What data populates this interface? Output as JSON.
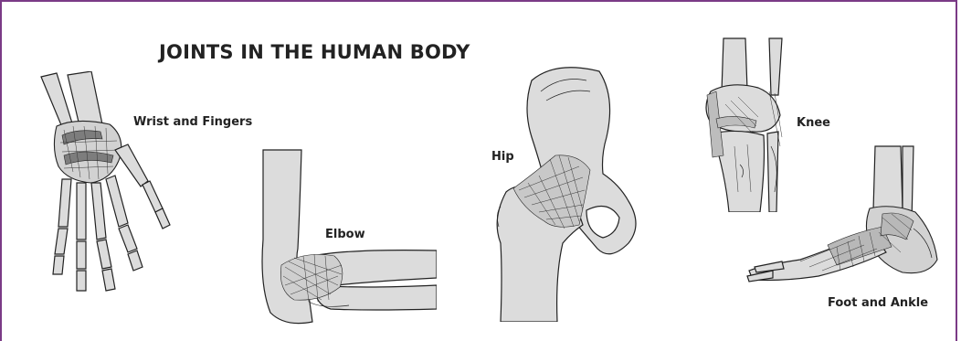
{
  "title": "JOINTS IN THE HUMAN BODY",
  "labels": {
    "wrist": "Wrist and Fingers",
    "elbow": "Elbow",
    "hip": "Hip",
    "knee": "Knee",
    "foot": "Foot and Ankle"
  },
  "colors": {
    "border": "#7a3a86",
    "bone": "#dcdcdc",
    "outline": "#222222"
  }
}
